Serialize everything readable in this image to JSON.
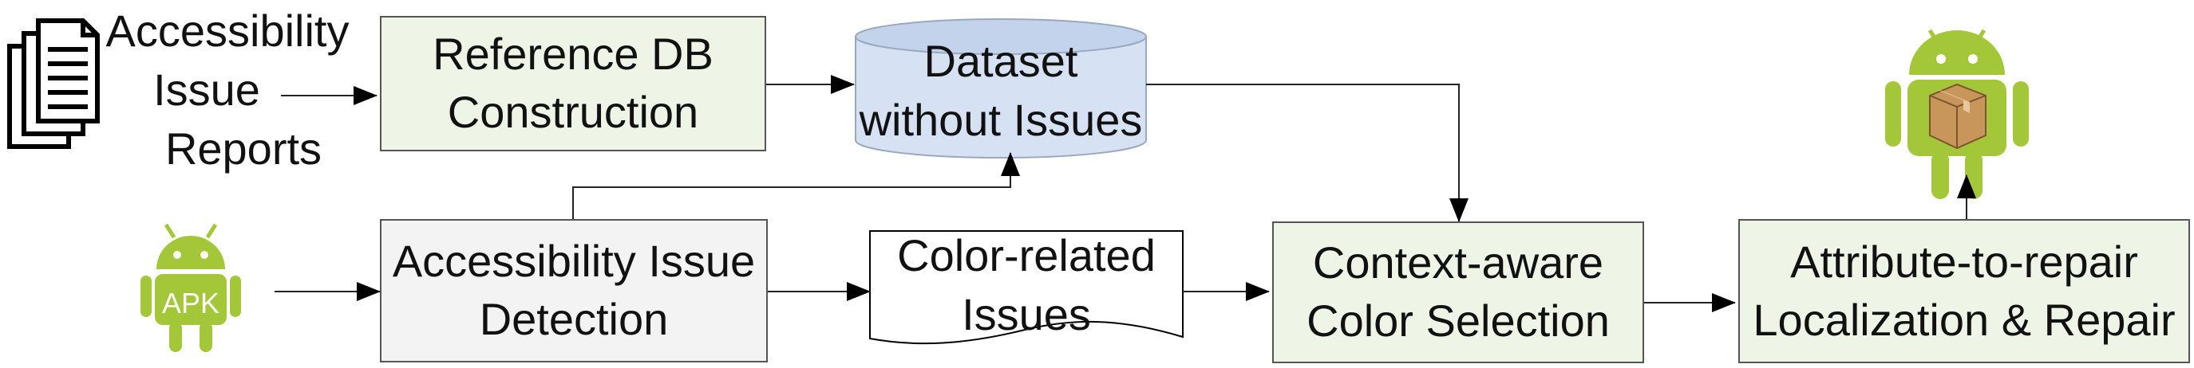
{
  "inputs": {
    "reports_label": [
      "Accessibility",
      "Issue",
      "Reports"
    ],
    "apk_icon_text": "APK"
  },
  "boxes": {
    "reference_db": [
      "Reference DB",
      "Construction"
    ],
    "dataset": [
      "Dataset",
      "without Issues"
    ],
    "detection": [
      "Accessibility Issue",
      "Detection"
    ],
    "color_issues": [
      "Color-related",
      "Issues"
    ],
    "color_selection": [
      "Context-aware",
      "Color Selection"
    ],
    "repair": [
      "Attribute-to-repair",
      "Localization & Repair"
    ]
  },
  "colors": {
    "process_fill": "#eef5e6",
    "detection_fill": "#f3f3f3",
    "database_fill": "#d6e2f3",
    "android_green": "#a4c639",
    "package_brown": "#c8955a",
    "line": "#222222"
  },
  "icons": [
    "documents-icon",
    "android-apk-icon",
    "android-package-icon"
  ]
}
